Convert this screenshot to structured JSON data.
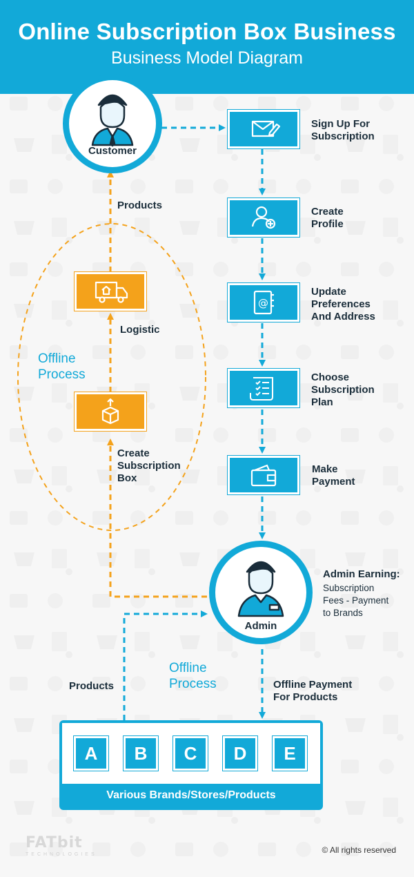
{
  "header": {
    "title": "Online Subscription Box Business",
    "subtitle": "Business Model Diagram",
    "color": "#12a9d8"
  },
  "nodes": {
    "customer": {
      "label": "Customer",
      "icon": "customer-icon"
    },
    "admin": {
      "label": "Admin",
      "icon": "admin-icon"
    }
  },
  "steps": [
    {
      "label": "Sign Up For\nSubscription",
      "icon": "envelope-pen-icon"
    },
    {
      "label": "Create\nProfile",
      "icon": "user-add-icon"
    },
    {
      "label": "Update\nPreferences\nAnd Address",
      "icon": "address-book-icon"
    },
    {
      "label": "Choose\nSubscription\nPlan",
      "icon": "checklist-icon"
    },
    {
      "label": "Make\nPayment",
      "icon": "wallet-icon"
    }
  ],
  "offline_flow": {
    "products_label": "Products",
    "logistic_label": "Logistic",
    "create_box_label": "Create\nSubscription\nBox",
    "offline_label": "Offline\nProcess",
    "truck_icon": "delivery-truck-icon",
    "box_icon": "box-up-icon",
    "accent": "#f4a21b"
  },
  "admin_earning": {
    "title": "Admin Earning:",
    "text": "Subscription\nFees - Payment\nto Brands"
  },
  "bottom_flow": {
    "products_label": "Products",
    "offline_label": "Offline\nProcess",
    "payment_label": "Offline Payment\nFor Products"
  },
  "brands": {
    "items": [
      "A",
      "B",
      "C",
      "D",
      "E"
    ],
    "caption": "Various Brands/Stores/Products"
  },
  "footer": {
    "logo_main": "FATbit",
    "logo_sub": "TECHNOLOGIES",
    "copyright": "© All rights reserved"
  }
}
